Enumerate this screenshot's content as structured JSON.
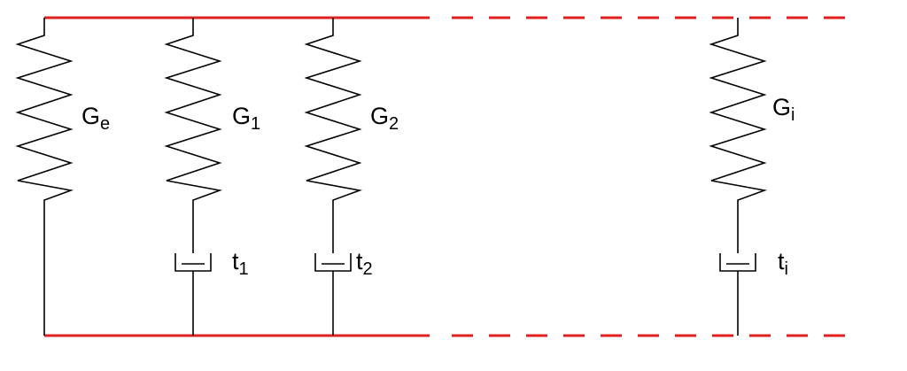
{
  "colors": {
    "rail": "#e02020",
    "wire": "#000000",
    "background": "#ffffff"
  },
  "diagram": {
    "branches": [
      {
        "id": "e",
        "spring_label": "G",
        "spring_sub": "e",
        "has_dashpot": false,
        "dashpot_label": "",
        "dashpot_sub": ""
      },
      {
        "id": "1",
        "spring_label": "G",
        "spring_sub": "1",
        "has_dashpot": true,
        "dashpot_label": "t",
        "dashpot_sub": "1"
      },
      {
        "id": "2",
        "spring_label": "G",
        "spring_sub": "2",
        "has_dashpot": true,
        "dashpot_label": "t",
        "dashpot_sub": "2"
      },
      {
        "id": "i",
        "spring_label": "G",
        "spring_sub": "i",
        "has_dashpot": true,
        "dashpot_label": "t",
        "dashpot_sub": "i"
      }
    ]
  }
}
